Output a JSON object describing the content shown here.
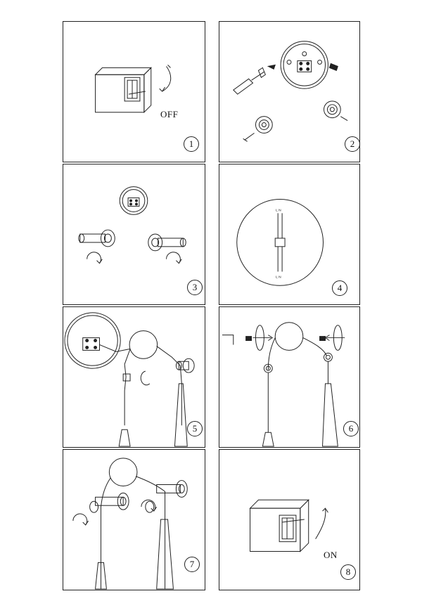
{
  "steps": [
    {
      "number": "1",
      "label": "OFF"
    },
    {
      "number": "2"
    },
    {
      "number": "3"
    },
    {
      "number": "4",
      "wire_top": "L N",
      "wire_bottom": "L N"
    },
    {
      "number": "5"
    },
    {
      "number": "6"
    },
    {
      "number": "7"
    },
    {
      "number": "8",
      "label": "ON"
    }
  ],
  "colors": {
    "line": "#222222",
    "fill": "#ffffff"
  }
}
